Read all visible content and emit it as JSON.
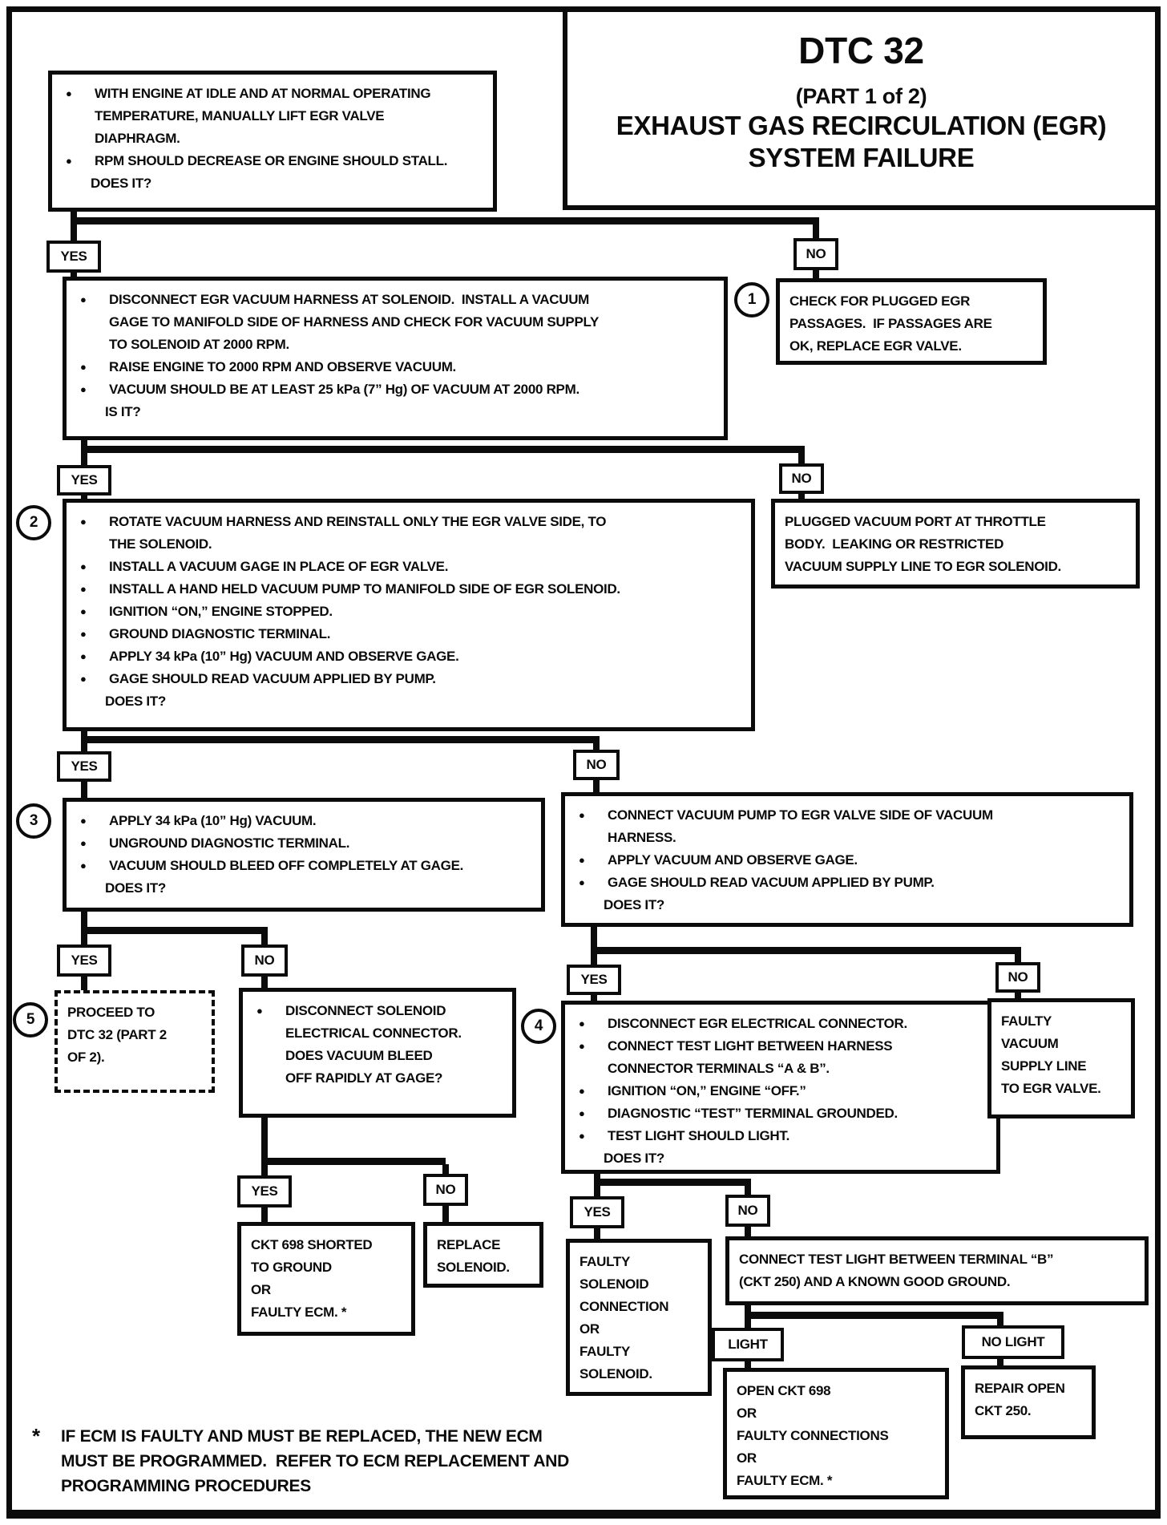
{
  "title": {
    "dtc": "DTC 32",
    "part": "(PART 1 of 2)",
    "name1": "EXHAUST GAS RECIRCULATION (EGR)",
    "name2": "SYSTEM FAILURE"
  },
  "labels": {
    "yes": "YES",
    "no": "NO",
    "light": "LIGHT",
    "no_light": "NO LIGHT"
  },
  "nodes": {
    "engine_idle_test": {
      "bullets": [
        "WITH ENGINE AT IDLE AND AT NORMAL OPERATING\nTEMPERATURE, MANUALLY LIFT EGR VALVE\nDIAPHRAGM.",
        "RPM SHOULD DECREASE OR ENGINE SHOULD STALL."
      ],
      "tail": "DOES IT?"
    },
    "check_egr_passages": {
      "ref": "1",
      "text": "CHECK FOR PLUGGED EGR\nPASSAGES.  IF PASSAGES ARE\nOK, REPLACE EGR VALVE."
    },
    "vacuum_supply_test": {
      "bullets": [
        "DISCONNECT EGR VACUUM HARNESS AT SOLENOID.  INSTALL A VACUUM\nGAGE TO MANIFOLD SIDE OF HARNESS AND CHECK FOR VACUUM SUPPLY\nTO SOLENOID AT 2000 RPM.",
        "RAISE ENGINE TO 2000 RPM AND OBSERVE VACUUM.",
        "VACUUM SHOULD BE AT LEAST 25 kPa (7” Hg) OF VACUUM AT 2000 RPM."
      ],
      "tail": "IS IT?"
    },
    "plugged_vacuum_port": {
      "text": "PLUGGED VACUUM PORT AT THROTTLE\nBODY.  LEAKING OR RESTRICTED\nVACUUM SUPPLY LINE TO EGR SOLENOID."
    },
    "solenoid_gage_test": {
      "ref": "2",
      "bullets": [
        "ROTATE VACUUM HARNESS AND REINSTALL ONLY THE EGR VALVE SIDE, TO\nTHE SOLENOID.",
        "INSTALL A VACUUM GAGE IN PLACE OF EGR VALVE.",
        "INSTALL A HAND HELD VACUUM PUMP TO MANIFOLD SIDE OF EGR SOLENOID.",
        "IGNITION “ON,” ENGINE STOPPED.",
        "GROUND DIAGNOSTIC TERMINAL.",
        "APPLY 34 kPa (10” Hg) VACUUM AND OBSERVE GAGE.",
        "GAGE SHOULD READ VACUUM APPLIED BY PUMP."
      ],
      "tail": "DOES IT?"
    },
    "bleed_off_test": {
      "ref": "3",
      "bullets": [
        "APPLY 34 kPa (10” Hg) VACUUM.",
        "UNGROUND DIAGNOSTIC TERMINAL.",
        "VACUUM SHOULD BLEED OFF COMPLETELY AT GAGE."
      ],
      "tail": "DOES IT?"
    },
    "pump_gage_test": {
      "bullets": [
        "CONNECT VACUUM PUMP TO EGR VALVE SIDE OF VACUUM\nHARNESS.",
        "APPLY VACUUM AND OBSERVE GAGE.",
        "GAGE SHOULD READ VACUUM APPLIED BY PUMP."
      ],
      "tail": "DOES IT?"
    },
    "proceed_part_2": {
      "ref": "5",
      "text": "PROCEED TO\nDTC 32 (PART 2\nOF 2)."
    },
    "disconnect_solenoid": {
      "bullets": [
        "DISCONNECT SOLENOID\nELECTRICAL CONNECTOR.\nDOES VACUUM BLEED\nOFF RAPIDLY AT GAGE?"
      ]
    },
    "test_light_ab": {
      "ref": "4",
      "bullets": [
        "DISCONNECT EGR ELECTRICAL CONNECTOR.",
        "CONNECT TEST LIGHT BETWEEN HARNESS\nCONNECTOR TERMINALS “A & B”.",
        "IGNITION “ON,” ENGINE “OFF.”",
        "DIAGNOSTIC “TEST” TERMINAL GROUNDED.",
        "TEST LIGHT SHOULD LIGHT."
      ],
      "tail": "DOES IT?"
    },
    "faulty_vacuum_supply": {
      "text": "FAULTY\nVACUUM\nSUPPLY LINE\nTO EGR VALVE."
    },
    "ckt698_shorted": {
      "text": "CKT 698 SHORTED\nTO GROUND\nOR\nFAULTY ECM. *"
    },
    "replace_solenoid": {
      "text": "REPLACE\nSOLENOID."
    },
    "faulty_solenoid": {
      "text": "FAULTY\nSOLENOID\nCONNECTION\nOR\nFAULTY\nSOLENOID."
    },
    "test_light_b_ground": {
      "text": "CONNECT TEST LIGHT BETWEEN TERMINAL “B”\n(CKT 250) AND A KNOWN GOOD GROUND."
    },
    "open_ckt698": {
      "text": "OPEN CKT 698\nOR\nFAULTY CONNECTIONS\nOR\nFAULTY ECM. *"
    },
    "repair_ckt250": {
      "text": "REPAIR OPEN\nCKT 250."
    }
  },
  "footnote": {
    "marker": "*",
    "text": "IF ECM IS FAULTY AND MUST BE REPLACED, THE NEW ECM\nMUST BE PROGRAMMED.  REFER TO ECM REPLACEMENT AND\nPROGRAMMING PROCEDURES"
  }
}
